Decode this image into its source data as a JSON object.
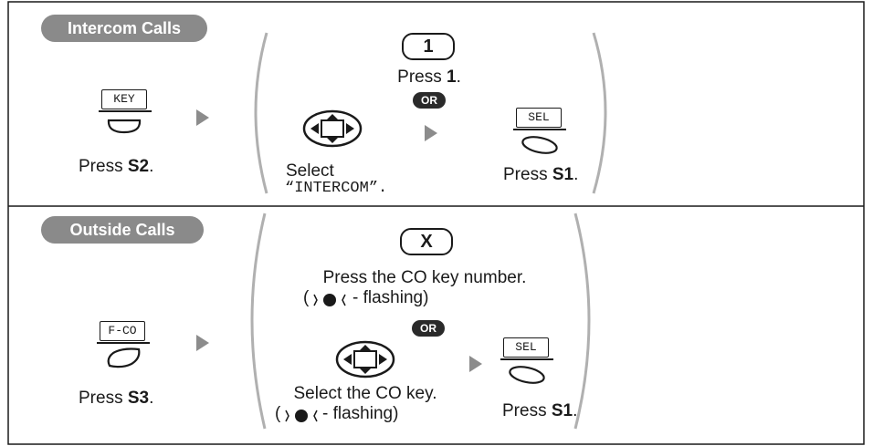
{
  "intercom": {
    "header": "Intercom Calls",
    "key_label": "KEY",
    "press_s2": {
      "pre": "Press ",
      "key": "S2",
      "post": "."
    },
    "key_1": "1",
    "press_1": {
      "pre": "Press ",
      "key": "1",
      "post": "."
    },
    "or": "OR",
    "select_label": "Select",
    "select_value": "“INTERCOM”.",
    "sel_label": "SEL",
    "press_s1": {
      "pre": "Press ",
      "key": "S1",
      "post": "."
    }
  },
  "outside": {
    "header": "Outside Calls",
    "key_label": "F-CO",
    "press_s3": {
      "pre": "Press ",
      "key": "S3",
      "post": "."
    },
    "key_x": "X",
    "press_co": "Press the CO key number.",
    "flashing_1": "- flashing)",
    "or": "OR",
    "select_co": "Select the CO key.",
    "flashing_2": "- flashing)",
    "sel_label": "SEL",
    "press_s1": {
      "pre": "Press ",
      "key": "S1",
      "post": "."
    }
  },
  "colors": {
    "header_bg": "#8a8a8a",
    "arrow": "#8c8c8c",
    "line": "#1a1a1a"
  }
}
